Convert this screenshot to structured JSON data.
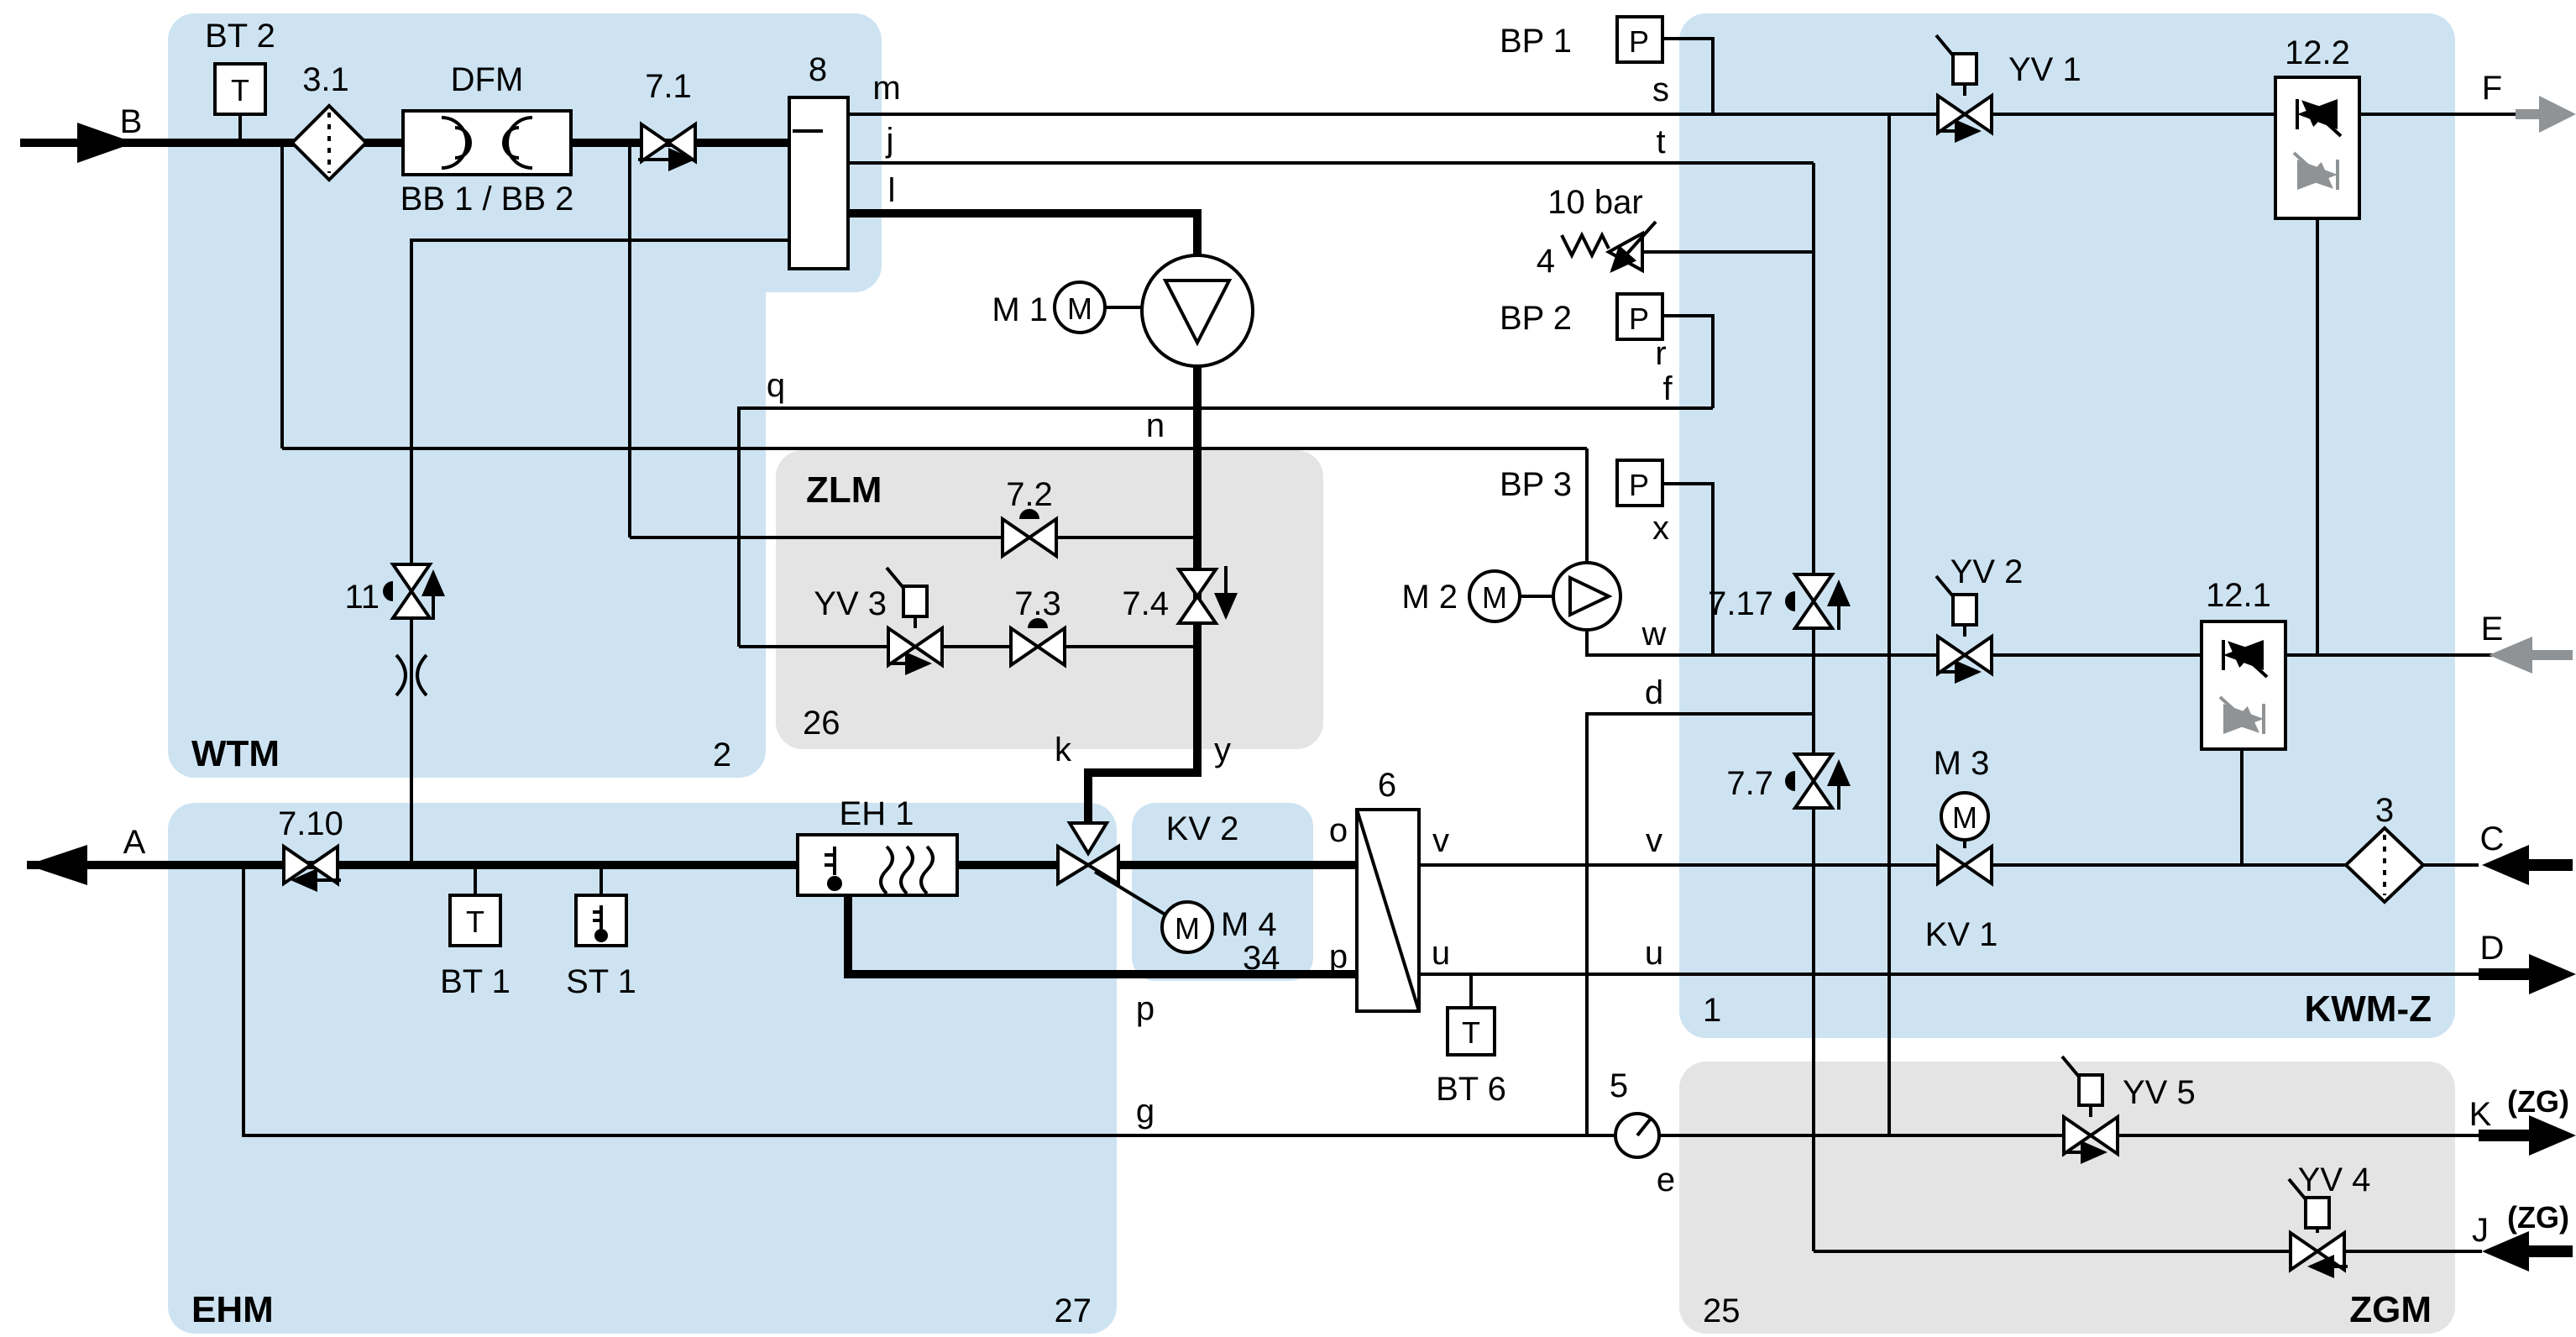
{
  "regions": {
    "wtm": {
      "name": "WTM",
      "num": "2"
    },
    "zlm": {
      "name": "ZLM",
      "num": "26"
    },
    "ehm": {
      "name": "EHM",
      "num": "27"
    },
    "kwmz": {
      "name": "KWM-Z",
      "num": "1"
    },
    "zgm": {
      "name": "ZGM",
      "num": "25"
    }
  },
  "ports": {
    "A": "A",
    "B": "B",
    "C": "C",
    "D": "D",
    "E": "E",
    "F": "F",
    "J": "J",
    "K": "K",
    "zg": "(ZG)"
  },
  "lines": {
    "m": "m",
    "j": "j",
    "l": "l",
    "q": "q",
    "n": "n",
    "k": "k",
    "y": "y",
    "s": "s",
    "t": "t",
    "r": "r",
    "f": "f",
    "x": "x",
    "w": "w",
    "d": "d",
    "o": "o",
    "p": "p",
    "v": "v",
    "u": "u",
    "g": "g",
    "e": "e"
  },
  "components": {
    "bt1": "BT 1",
    "bt2": "BT 2",
    "bt6": "BT 6",
    "st1": "ST 1",
    "bp1": "BP 1",
    "bp2": "BP 2",
    "bp3": "BP 3",
    "sensor_t": "T",
    "sensor_p": "P",
    "motor_m": "M",
    "f31": "3.1",
    "f3": "3",
    "dfm": "DFM",
    "bb": "BB 1 / BB 2",
    "v71": "7.1",
    "v72": "7.2",
    "v73": "7.3",
    "v74": "7.4",
    "v77": "7.7",
    "v710": "7.10",
    "v717": "7.17",
    "v11": "11",
    "c8": "8",
    "c6": "6",
    "c122": "12.2",
    "c121": "12.1",
    "m1": "M 1",
    "m2": "M 2",
    "m3": "M 3",
    "m4": "M 4",
    "n34": "34",
    "yv1": "YV 1",
    "yv2": "YV 2",
    "yv3": "YV 3",
    "yv4": "YV 4",
    "yv5": "YV 5",
    "kv1": "KV 1",
    "kv2": "KV 2",
    "eh1": "EH 1",
    "v4": "4",
    "relief_set": "10 bar",
    "gauge": "5"
  },
  "colors": {
    "region_blue": "#cde3f2",
    "region_gray": "#e4e4e4",
    "media_gray": "#8f9396",
    "line": "#000000"
  }
}
